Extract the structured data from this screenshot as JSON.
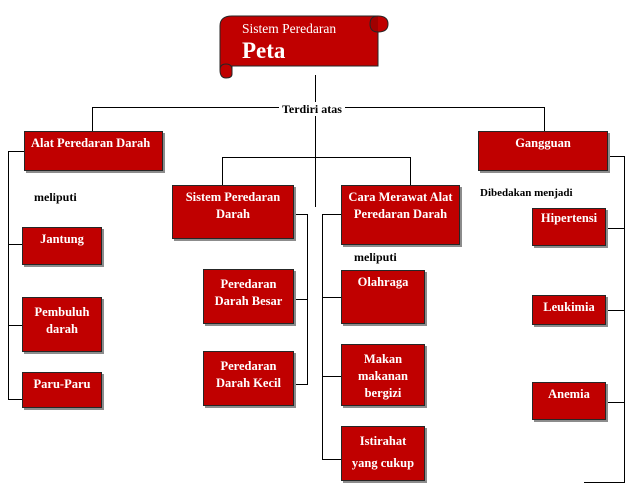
{
  "title": {
    "subtitle": "Sistem Peredaran",
    "main": "Peta"
  },
  "connector_label": "Terdiri atas",
  "branches": {
    "alat": {
      "label": "Alat Peredaran Darah",
      "connector": "meliputi",
      "items": [
        "Jantung",
        "Pembuluh darah",
        "Paru-Paru"
      ]
    },
    "sistem": {
      "label": "Sistem Peredaran Darah",
      "items": [
        "Peredaran Darah Besar",
        "Peredaran Darah Kecil"
      ]
    },
    "cara": {
      "label": "Cara Merawat Alat Peredaran Darah",
      "connector": "meliputi",
      "items": [
        "Olahraga",
        "Makan makanan bergizi",
        "Istirahat yang cukup"
      ]
    },
    "gangguan": {
      "label": "Gangguan",
      "connector": "Dibedakan menjadi",
      "items": [
        "Hipertensi",
        "Leukimia",
        "Anemia"
      ]
    }
  },
  "colors": {
    "node_fill": "#c00000",
    "node_text": "#ffffff",
    "line": "#000000"
  }
}
